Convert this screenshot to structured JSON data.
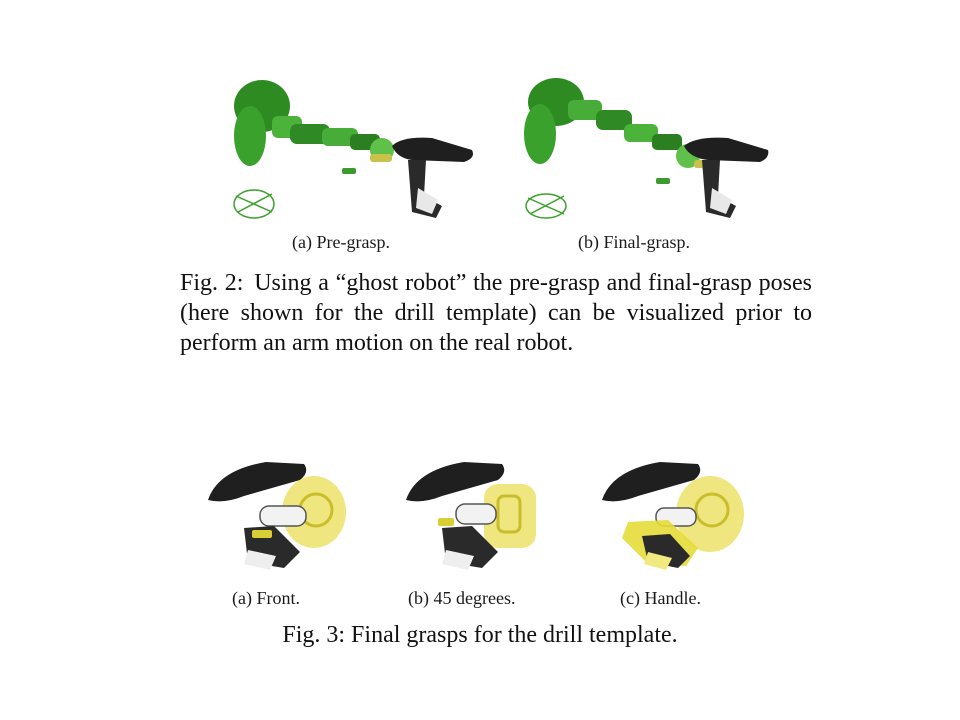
{
  "fig2": {
    "subfigures": [
      {
        "caption": "(a) Pre-grasp."
      },
      {
        "caption": "(b) Final-grasp."
      }
    ],
    "label": "Fig. 2:",
    "caption": "Using a “ghost robot” the pre-grasp and final-grasp poses (here shown for the drill template) can be visualized prior to perform an arm motion on the real robot."
  },
  "fig3": {
    "subfigures": [
      {
        "caption": "(a) Front."
      },
      {
        "caption": "(b) 45 degrees."
      },
      {
        "caption": "(c) Handle."
      }
    ],
    "label": "Fig. 3:",
    "caption": "Final grasps for the drill template."
  },
  "colors": {
    "ghost_robot": "#3a9a2a",
    "drill_body": "#1f1f1f",
    "hand_yellow": "#e6dc3a"
  }
}
